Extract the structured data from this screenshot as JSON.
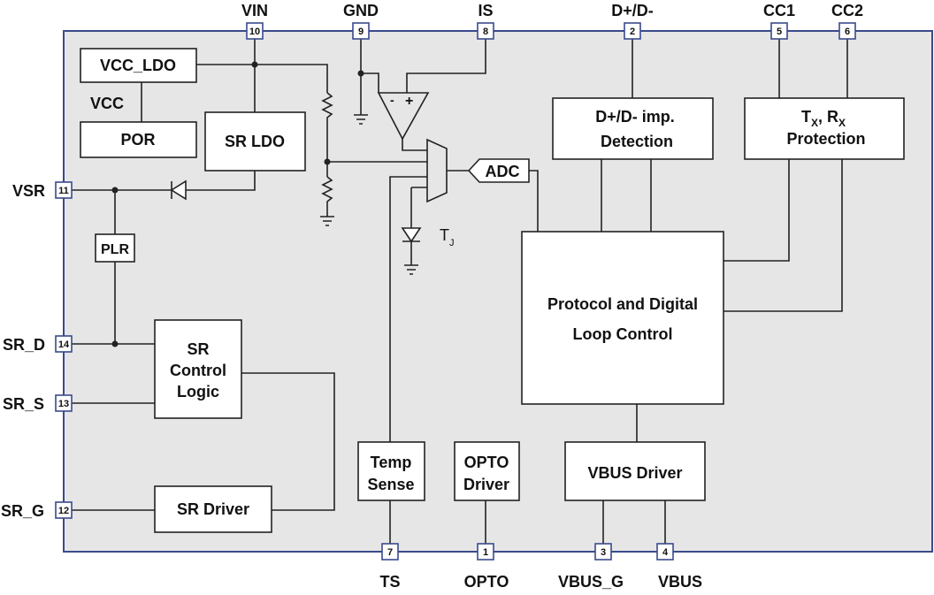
{
  "pins": {
    "vin": {
      "label": "VIN",
      "num": "10"
    },
    "gnd": {
      "label": "GND",
      "num": "9"
    },
    "is": {
      "label": "IS",
      "num": "8"
    },
    "dpdm": {
      "label": "D+/D-",
      "num": "2"
    },
    "cc1": {
      "label": "CC1",
      "num": "5"
    },
    "cc2": {
      "label": "CC2",
      "num": "6"
    },
    "vsr": {
      "label": "VSR",
      "num": "11"
    },
    "sr_d": {
      "label": "SR_D",
      "num": "14"
    },
    "sr_s": {
      "label": "SR_S",
      "num": "13"
    },
    "sr_g": {
      "label": "SR_G",
      "num": "12"
    },
    "ts": {
      "label": "TS",
      "num": "7"
    },
    "opto": {
      "label": "OPTO",
      "num": "1"
    },
    "vbus_g": {
      "label": "VBUS_G",
      "num": "3"
    },
    "vbus": {
      "label": "VBUS",
      "num": "4"
    }
  },
  "blocks": {
    "vcc_ldo": "VCC_LDO",
    "vcc": "VCC",
    "por": "POR",
    "sr_ldo": "SR LDO",
    "plr": "PLR",
    "sr_control": [
      "SR",
      "Control",
      "Logic"
    ],
    "sr_driver": "SR Driver",
    "temp_sense": [
      "Temp",
      "Sense"
    ],
    "opto_driver": [
      "OPTO",
      "Driver"
    ],
    "vbus_driver": "VBUS Driver",
    "protocol": [
      "Protocol and Digital",
      "Loop Control"
    ],
    "dpdm_detect": [
      "D+/D- imp.",
      "Detection"
    ],
    "txrx": {
      "t": "T",
      "x": "X",
      "sep": ", R",
      "line2": "Protection"
    },
    "adc": "ADC",
    "tj": {
      "t": "T",
      "sub": "J"
    },
    "opamp_minus": "-",
    "opamp_plus": "+"
  },
  "colors": {
    "chip_fill": "#e6e6e6",
    "chip_border": "#3a4a8c"
  }
}
